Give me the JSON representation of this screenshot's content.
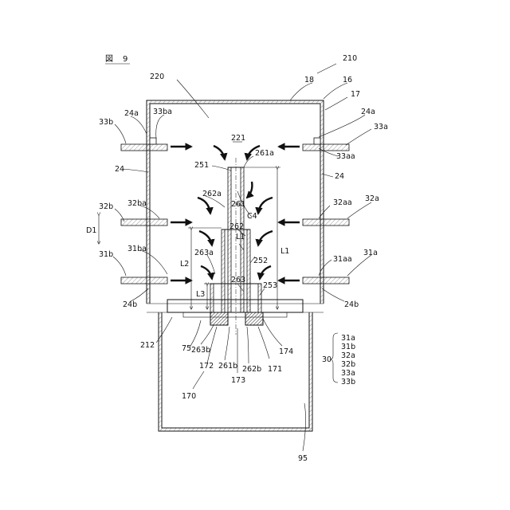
{
  "figure": {
    "title": "図　9"
  },
  "labels": {
    "l210": "210",
    "l220": "220",
    "l18": "18",
    "l16": "16",
    "l17": "17",
    "l24a_left": "24a",
    "l33ba": "33ba",
    "l24a_right": "24a",
    "l33b": "33b",
    "l33a": "33a",
    "l33aa": "33aa",
    "l221": "221",
    "l261a": "261a",
    "l251": "251",
    "l24_left": "24",
    "l24_right": "24",
    "l262a": "262a",
    "l261": "261",
    "lC4": "C4",
    "l32b": "32b",
    "l32ba": "32ba",
    "l32aa": "32aa",
    "l32a": "32a",
    "lD1": "D1",
    "l262": "262",
    "lL1_small": "L1",
    "lL1": "L1",
    "l31ba": "31ba",
    "l263a": "263a",
    "l252": "252",
    "l31b": "31b",
    "lL2": "L2",
    "l31aa": "31aa",
    "l31a": "31a",
    "l263": "263",
    "l253": "253",
    "lL3": "L3",
    "l24b_left": "24b",
    "l24b_right": "24b",
    "l212": "212",
    "l75": "75",
    "l263b": "263b",
    "l172": "172",
    "l261b": "261b",
    "l262b": "262b",
    "l171": "171",
    "l174": "174",
    "l173": "173",
    "l170": "170",
    "l95": "95",
    "l30": "30"
  },
  "group30": [
    "31a",
    "31b",
    "32a",
    "32b",
    "33a",
    "33b"
  ]
}
